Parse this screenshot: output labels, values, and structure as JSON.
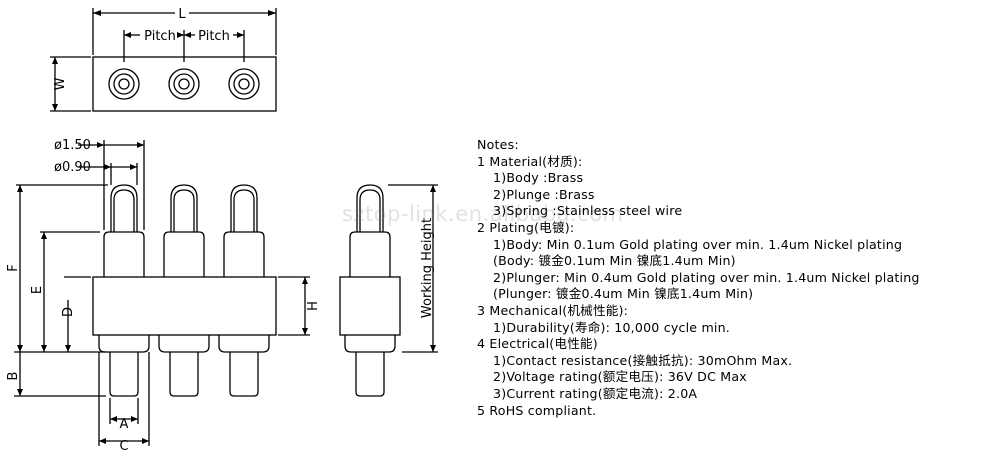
{
  "dimensions": {
    "L": "L",
    "pitch1": "Pitch",
    "pitch2": "Pitch",
    "W": "W",
    "dia_outer": "ø1.50",
    "dia_inner": "ø0.90",
    "F": "F",
    "E": "E",
    "D": "D",
    "H": "H",
    "B": "B",
    "A": "A",
    "C": "C",
    "working_height": "Working Height"
  },
  "notes": {
    "heading": "Notes:",
    "lines": [
      "1 Material(材质):",
      "1)Body :Brass",
      "2)Plunge :Brass",
      "3)Spring :Stainless steel wire",
      "2 Plating(电镀):",
      "1)Body: Min 0.1um Gold plating over min. 1.4um Nickel plating",
      "(Body: 镀金0.1um Min 镍底1.4um Min)",
      "2)Plunger: Min 0.4um Gold plating over min. 1.4um Nickel plating",
      "(Plunger: 镀金0.4um Min 镍底1.4um Min)",
      "3 Mechanical(机械性能):",
      "1)Durability(寿命): 10,000 cycle min.",
      "4 Electrical(电性能)",
      "1)Contact resistance(接触抵抗): 30mOhm Max.",
      "2)Voltage rating(额定电压): 36V DC Max",
      "3)Current rating(额定电流): 2.0A",
      "5 RoHS compliant."
    ]
  },
  "watermark": "sztop-link.en.alibaba.com"
}
